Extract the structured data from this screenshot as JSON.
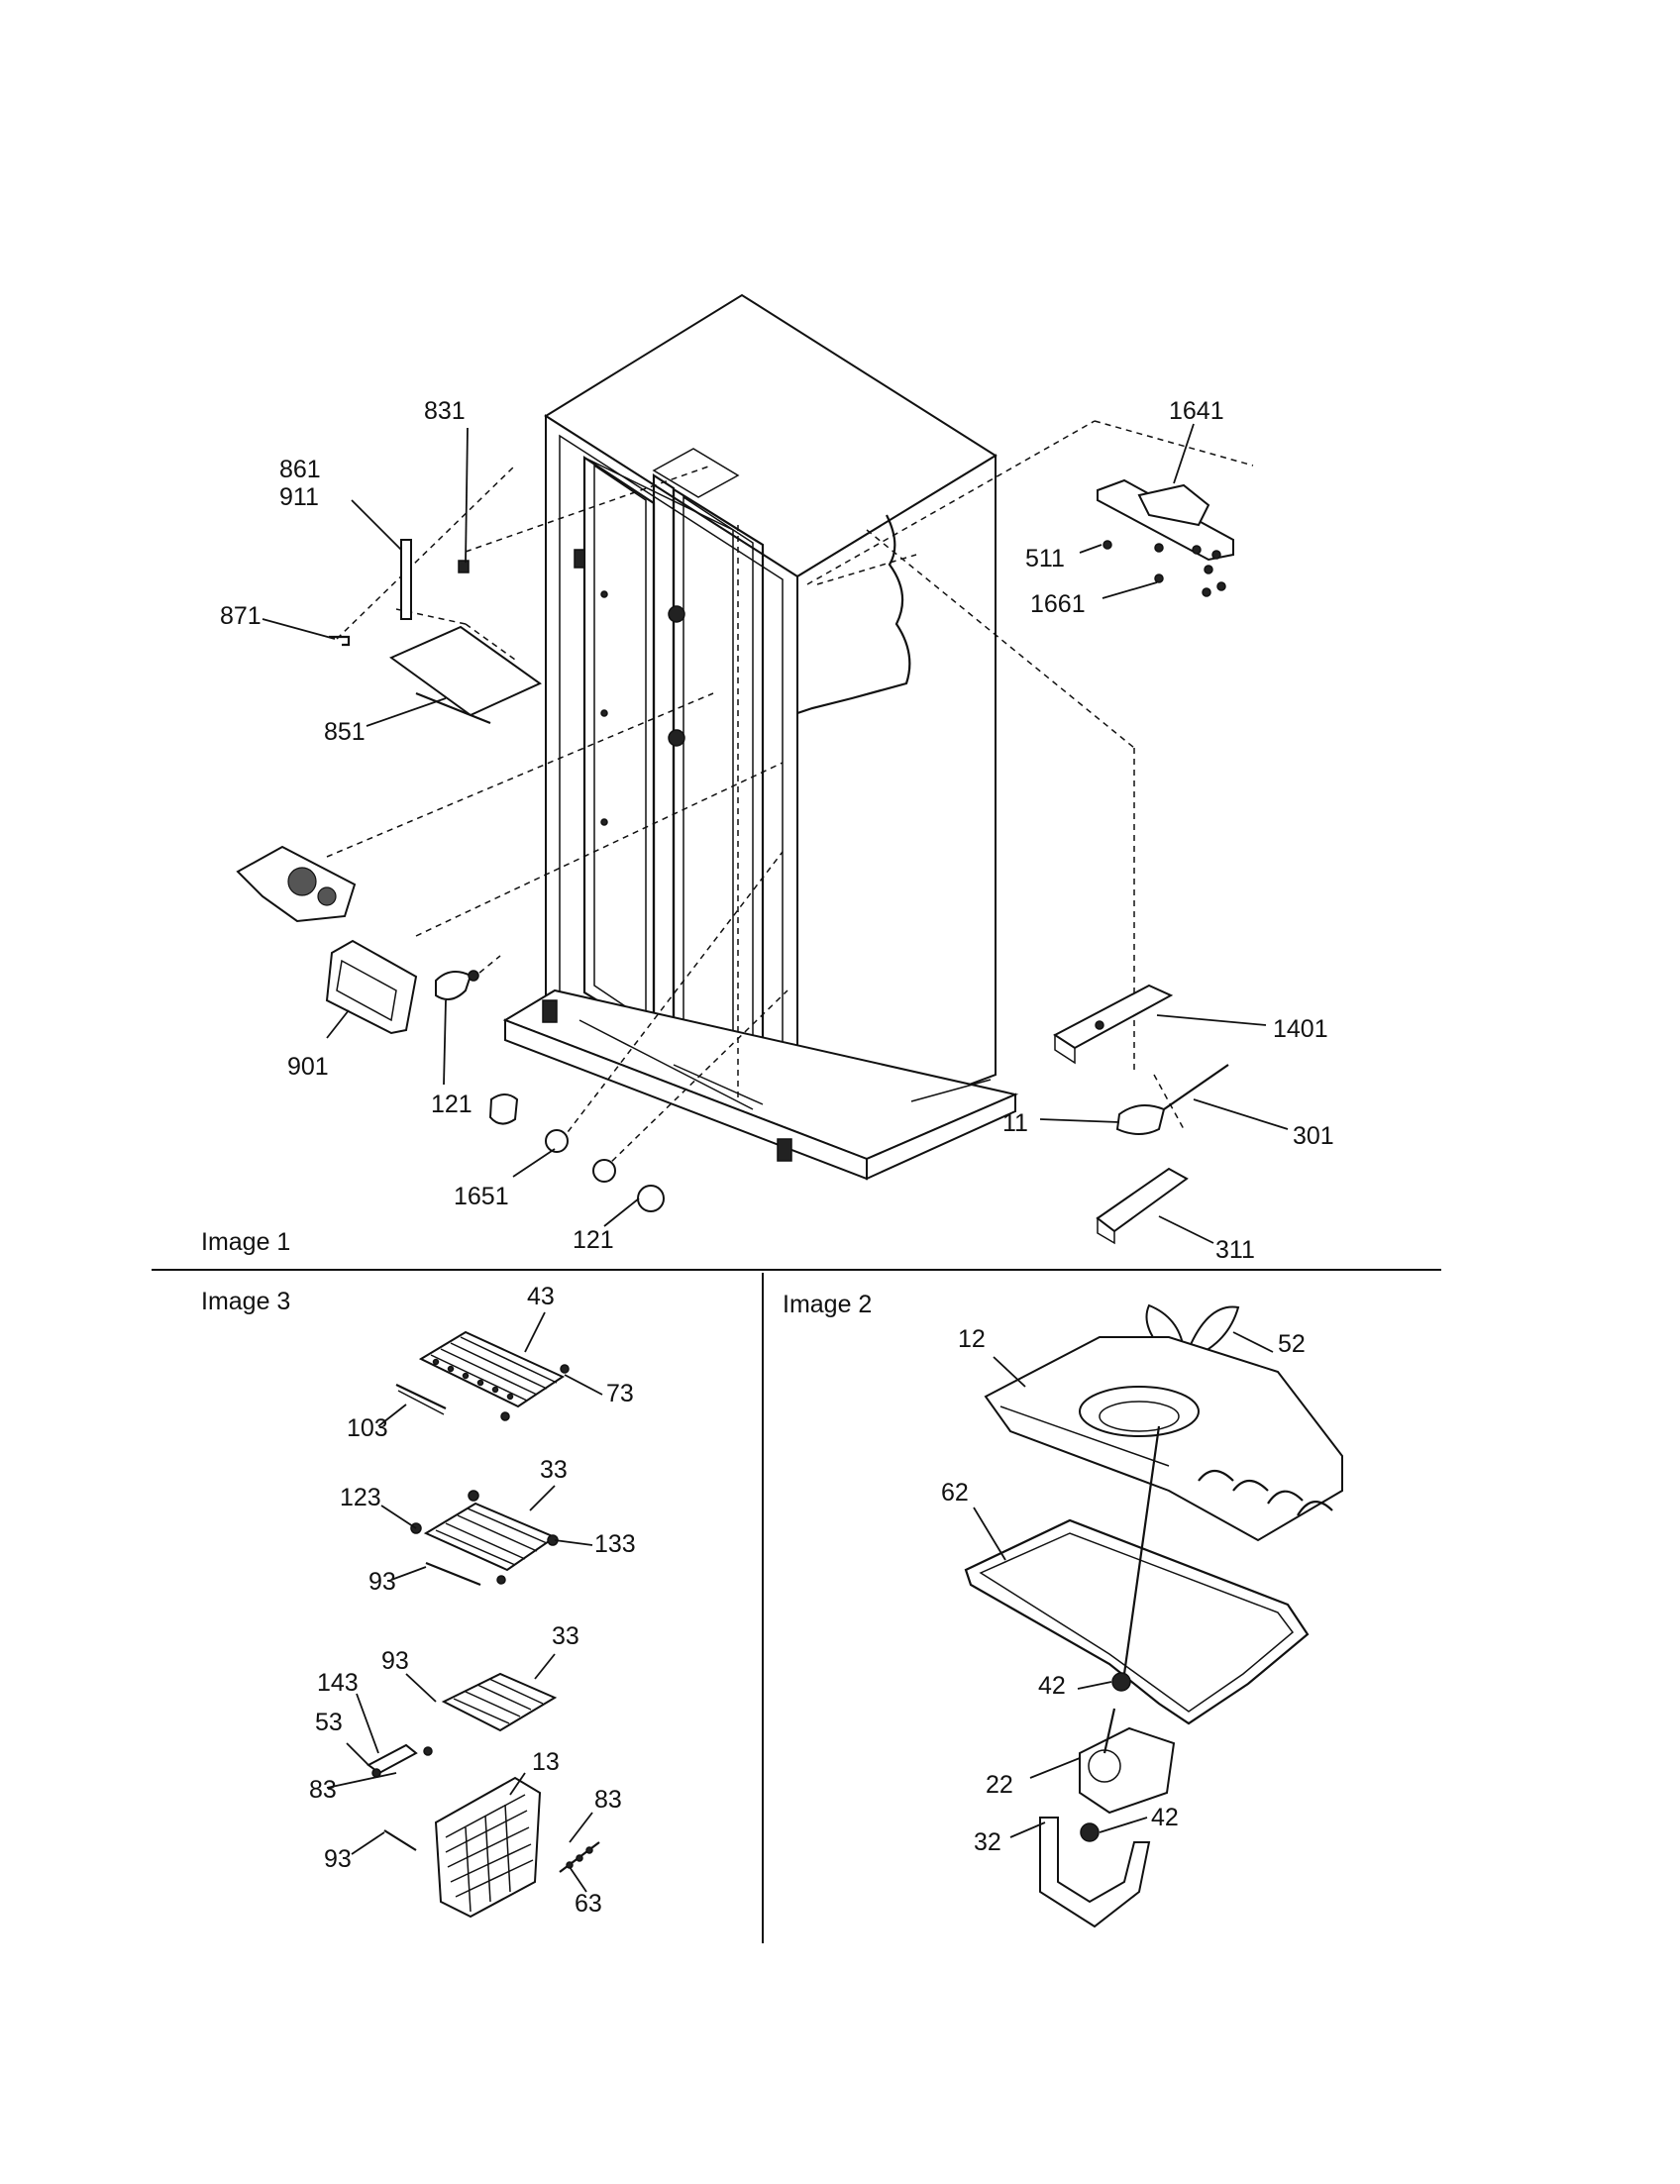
{
  "images": [
    {
      "title": "Image 1",
      "part_numbers": [
        "831",
        "861",
        "911",
        "871",
        "851",
        "901",
        "121",
        "1651",
        "121",
        "1641",
        "511",
        "1661",
        "1401",
        "11",
        "301",
        "311"
      ]
    },
    {
      "title": "Image 2",
      "part_numbers": [
        "12",
        "52",
        "62",
        "42",
        "22",
        "32",
        "42"
      ]
    },
    {
      "title": "Image 3",
      "part_numbers": [
        "43",
        "73",
        "103",
        "33",
        "123",
        "133",
        "93",
        "33",
        "143",
        "93",
        "53",
        "83",
        "13",
        "83",
        "93",
        "63"
      ]
    }
  ]
}
